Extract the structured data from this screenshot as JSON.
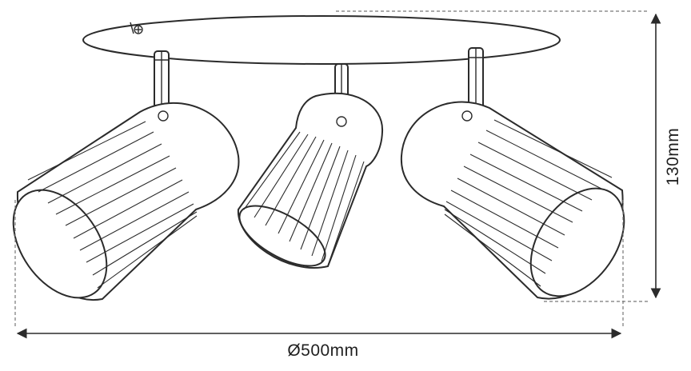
{
  "dimensions": {
    "diameter_label": "Ø500mm",
    "height_label": "130mm"
  },
  "product": {
    "shade_count": 3
  }
}
